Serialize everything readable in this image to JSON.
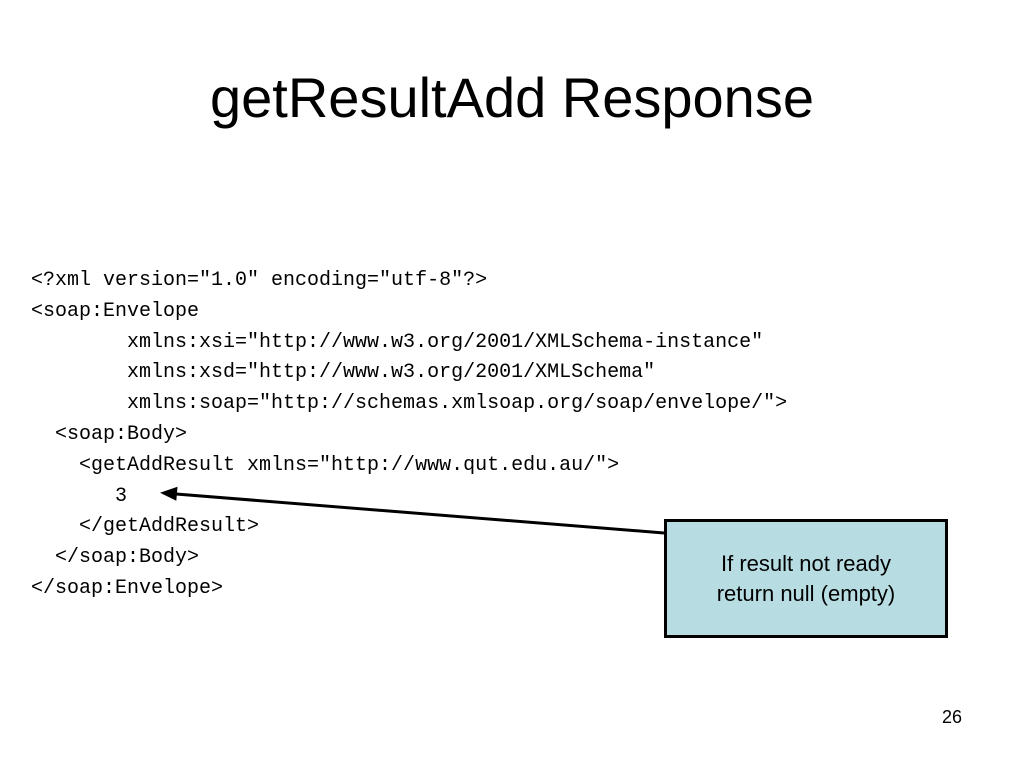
{
  "slide": {
    "title": "getResultAdd Response",
    "code_lines": [
      "<?xml version=\"1.0\" encoding=\"utf-8\"?>",
      "<soap:Envelope",
      "        xmlns:xsi=\"http://www.w3.org/2001/XMLSchema-instance\"",
      "        xmlns:xsd=\"http://www.w3.org/2001/XMLSchema\"",
      "        xmlns:soap=\"http://schemas.xmlsoap.org/soap/envelope/\">",
      "  <soap:Body>",
      "    <getAddResult xmlns=\"http://www.qut.edu.au/\">",
      "       3",
      "    </getAddResult>",
      "  </soap:Body>",
      "</soap:Envelope>"
    ],
    "callout": {
      "line1": "If result not ready",
      "line2": "return null (empty)"
    },
    "page_number": "26"
  },
  "colors": {
    "callout_fill": "#b7dde3",
    "text": "#000000",
    "background": "#ffffff"
  }
}
